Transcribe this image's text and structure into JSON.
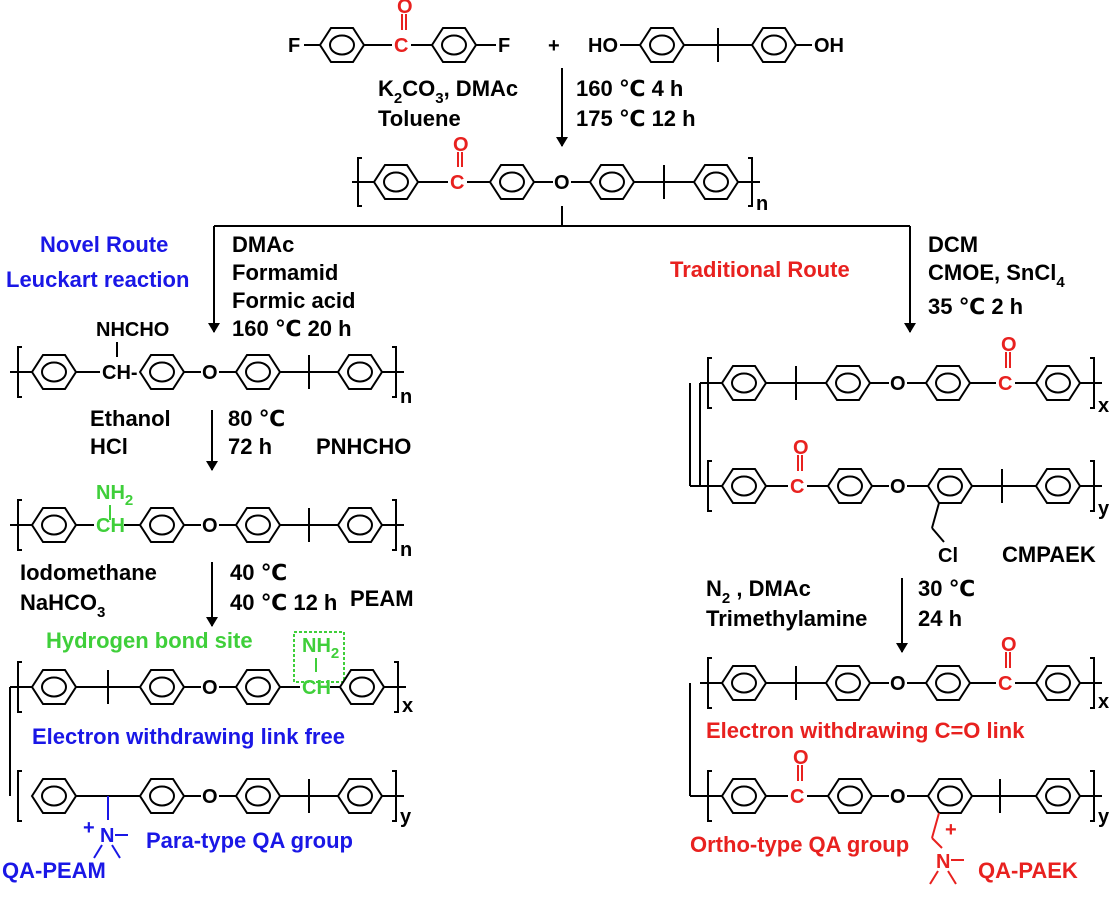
{
  "colors": {
    "black": "#000000",
    "red": "#e8211f",
    "blue": "#1a17e6",
    "green": "#3fcf3a"
  },
  "atoms": {
    "F": "F",
    "O": "O",
    "HO": "HO",
    "OH": "OH",
    "plus": "+",
    "NHCHO": "NHCHO",
    "CH": "CH",
    "CHdash": "CH-",
    "NH": "NH",
    "sub2": "2",
    "N": "N",
    "Cl": "Cl",
    "n": "n",
    "x": "x",
    "y": "y",
    "charge": "+"
  },
  "step1": {
    "left_line1_main": "K",
    "left_line1_sub": "2",
    "left_line1_rest": "CO",
    "left_line1_sub2": "3",
    "left_line1_end": ", DMAc",
    "left_line2": "Toluene",
    "right_line1": "160 ℃ 4 h",
    "right_line2": "175 ℃ 12 h"
  },
  "novel": {
    "title_line1": "Novel  Route",
    "title_line2": "Leuckart reaction",
    "cond1": "DMAc",
    "cond2": "Formamid",
    "cond3": "Formic acid",
    "cond4": "160 ℃ 20 h"
  },
  "step_hydrolysis": {
    "left1": "Ethanol",
    "left2": "HCl",
    "right1": "80 ℃",
    "right2": "72 h",
    "product": "PNHCHO"
  },
  "step_methylation": {
    "left1": "Iodomethane",
    "left2_main": "NaHCO",
    "left2_sub": "3",
    "right1": "40 ℃",
    "right2": "40 ℃ 12 h",
    "product": "PEAM"
  },
  "final_left": {
    "hbond": "Hydrogen bond site",
    "ewg_free": "Electron withdrawing link free",
    "para": "Para-type QA group",
    "name": "QA-PEAM"
  },
  "traditional": {
    "title": "Traditional Route",
    "cond1": "DCM",
    "cond2_main": "CMOE, SnCl",
    "cond2_sub": "4",
    "cond3": "35 ℃ 2 h",
    "intermediate": "CMPAEK"
  },
  "step_quaternize": {
    "left1_main": "N",
    "left1_sub": "2",
    "left1_rest": " ,  DMAc",
    "left2": "Trimethylamine",
    "right1": "30 ℃",
    "right2": "24 h"
  },
  "final_right": {
    "ewg": "Electron withdrawing  C=O link",
    "ortho": "Ortho-type QA group",
    "name": "QA-PAEK"
  }
}
